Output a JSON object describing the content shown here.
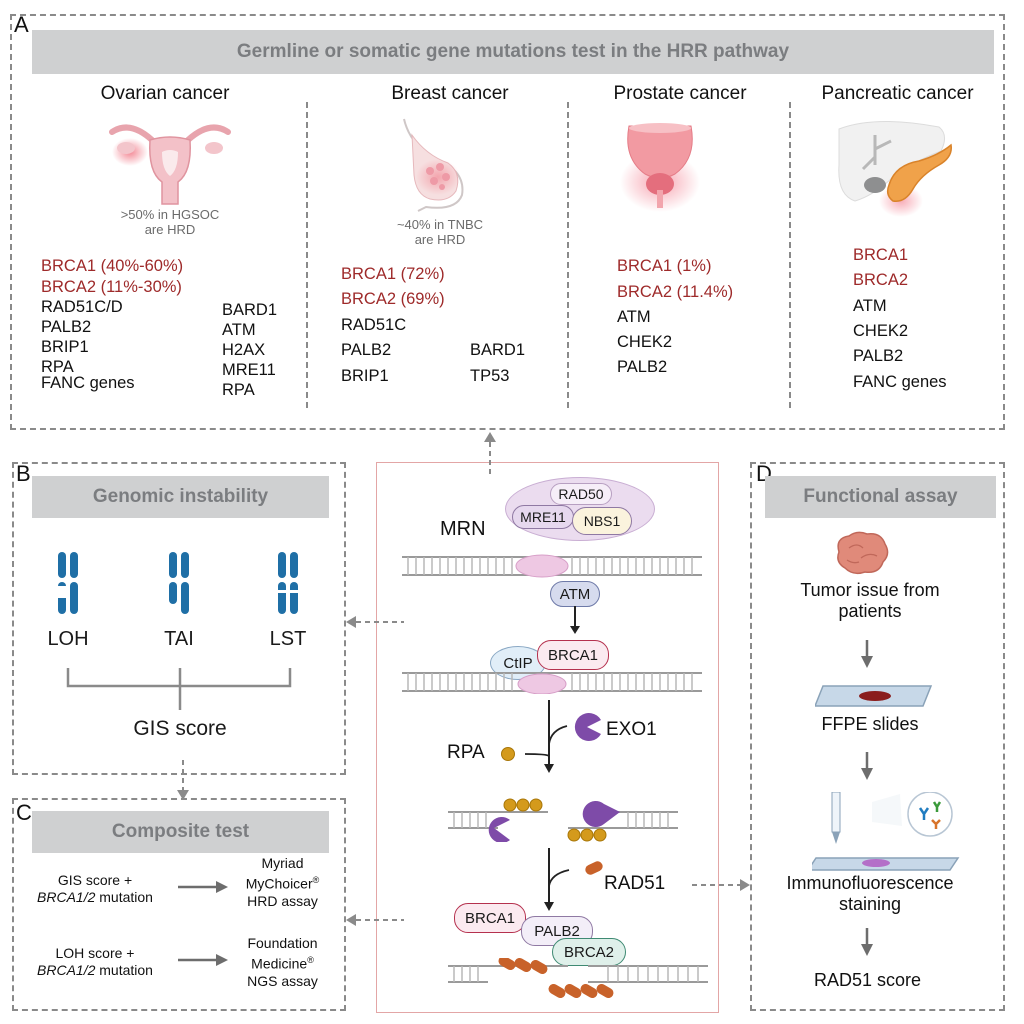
{
  "panelA": {
    "label": "A",
    "banner": "Germline or somatic gene mutations test in the HRR pathway",
    "cancers": [
      {
        "title": "Ovarian cancer",
        "note": [
          ">50% in HGSOC",
          "are HRD"
        ],
        "red_genes": [
          "BRCA1 (40%-60%)",
          "BRCA2 (11%-30%)"
        ],
        "col1": [
          "RAD51C/D",
          "PALB2",
          "BRIP1",
          "RPA",
          "FANC genes"
        ],
        "col2": [
          "BARD1",
          "ATM",
          "H2AX",
          "MRE11",
          "RPA"
        ]
      },
      {
        "title": "Breast cancer",
        "note": [
          "~40% in TNBC",
          "are HRD"
        ],
        "red_genes": [
          "BRCA1 (72%)",
          "BRCA2 (69%)"
        ],
        "col1": [
          "RAD51C",
          "PALB2",
          "BRIP1"
        ],
        "col2": [
          "BARD1",
          "TP53"
        ]
      },
      {
        "title": "Prostate cancer",
        "red_genes": [
          "BRCA1 (1%)",
          "BRCA2 (11.4%)"
        ],
        "col1": [
          "ATM",
          "CHEK2",
          "PALB2"
        ]
      },
      {
        "title": "Pancreatic cancer",
        "red_genes": [
          "BRCA1",
          "BRCA2"
        ],
        "col1": [
          "ATM",
          "CHEK2",
          "PALB2",
          "FANC genes"
        ]
      }
    ]
  },
  "panelB": {
    "label": "B",
    "banner": "Genomic instability",
    "items": [
      "LOH",
      "TAI",
      "LST"
    ],
    "result": "GIS score"
  },
  "panelC": {
    "label": "C",
    "banner": "Composite test",
    "rows": [
      {
        "input_line1": "GIS score +",
        "input_gene": "BRCA1/2",
        "input_suffix": " mutation",
        "out_line1": "Myriad",
        "out_line2": "MyChoicer",
        "out_mark": "®",
        "out_line3": "HRD assay"
      },
      {
        "input_line1": "LOH score +",
        "input_gene": "BRCA1/2",
        "input_suffix": " mutation",
        "out_line1": "Foundation",
        "out_line2": "Medicine",
        "out_mark": "®",
        "out_line3": "NGS assay"
      }
    ]
  },
  "panelD": {
    "label": "D",
    "banner": "Functional assay",
    "steps": [
      "Tumor issue from",
      "patients",
      "FFPE slides",
      "Immunofluorescence",
      "staining",
      "RAD51 score"
    ]
  },
  "center": {
    "mrn": "MRN",
    "rad50": "RAD50",
    "mre11": "MRE11",
    "nbs1": "NBS1",
    "atm": "ATM",
    "ctip": "CtIP",
    "brca1": "BRCA1",
    "exo1": "EXO1",
    "rpa": "RPA",
    "rad51": "RAD51",
    "palb2": "PALB2",
    "brca2": "BRCA2"
  },
  "colors": {
    "red_gene": "#9e2a2a",
    "chromosome": "#1f6fa6",
    "panel_border": "#8a8a8a",
    "banner_bg": "#cfd0d1",
    "rpa": "#d49a1c",
    "exo1": "#7e4ba8",
    "rad51": "#c8622a",
    "center_border": "#e3a6a6"
  }
}
